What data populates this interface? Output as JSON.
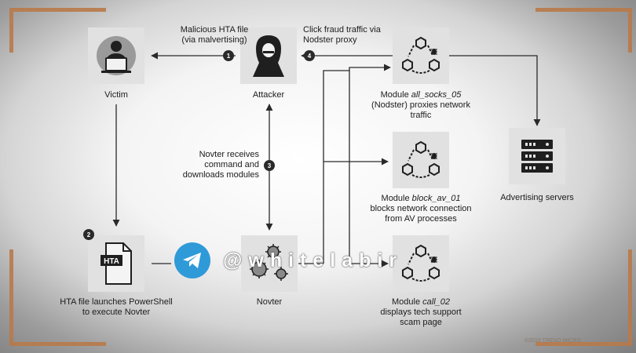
{
  "nodes": {
    "victim": "Victim",
    "attacker": "Attacker",
    "module_socks": {
      "prefix": "Module ",
      "name": "all_socks_05",
      "rest1": "(Nodster) proxies network",
      "rest2": "traffic"
    },
    "advertising": "Advertising servers",
    "module_block": {
      "prefix": "Module ",
      "name": "block_av_01",
      "rest1": "blocks network connection",
      "rest2": "from AV processes"
    },
    "hta": {
      "line1": "HTA file launches PowerShell",
      "line2": "to execute Novter"
    },
    "novter": "Novter",
    "module_call": {
      "prefix": "Module ",
      "name": "call_02",
      "rest1": "displays tech support",
      "rest2": "scam page"
    }
  },
  "steps": [
    {
      "num": "1",
      "line1": "Malicious HTA file",
      "line2": "(via malvertising)"
    },
    {
      "num": "2"
    },
    {
      "num": "3",
      "line1": "Novter receives",
      "line2": "command and",
      "line3": "downloads modules"
    },
    {
      "num": "4",
      "line1": "Click fraud traffic via",
      "line2": "Nodster proxy"
    }
  ],
  "hta_icon_text": "HTA",
  "watermark": "@whitelabir",
  "copyright": "©2019 TREND MICRO",
  "colors": {
    "tile": "#e1e1e1",
    "line": "#2a2a2a",
    "corner": "#b97a4a",
    "telegram": "#2f9ad8"
  }
}
